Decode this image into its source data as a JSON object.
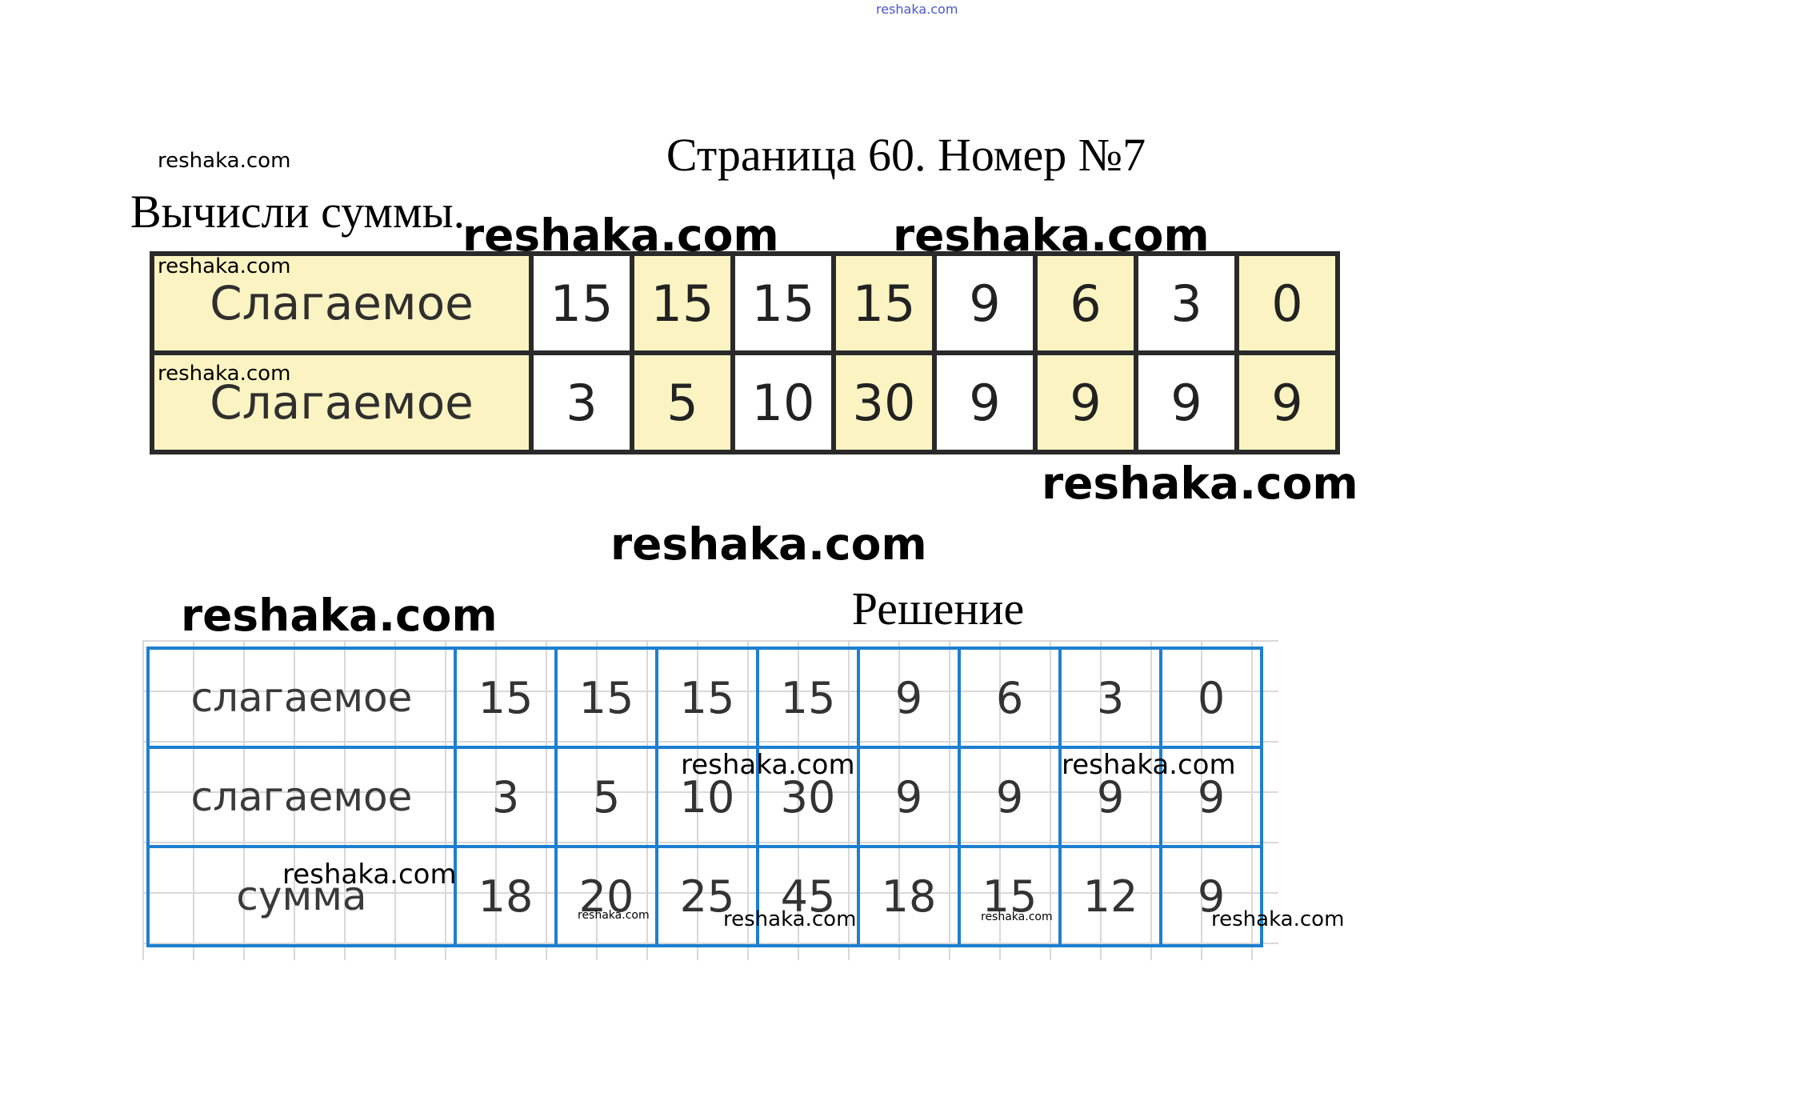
{
  "header": {
    "title": "Страница 60. Номер №7",
    "task": "Вычисли суммы.",
    "solution_title": "Решение"
  },
  "watermark": "reshaka.com",
  "task_table": {
    "rows": [
      {
        "label": "Слагаемое",
        "values": [
          "15",
          "15",
          "15",
          "15",
          "9",
          "6",
          "3",
          "0"
        ]
      },
      {
        "label": "Слагаемое",
        "values": [
          "3",
          "5",
          "10",
          "30",
          "9",
          "9",
          "9",
          "9"
        ]
      }
    ],
    "column_fill": [
      "white",
      "yellow",
      "white",
      "yellow",
      "white",
      "yellow",
      "white",
      "yellow"
    ]
  },
  "solution_table": {
    "rows": [
      {
        "label": "слагаемое",
        "values": [
          "15",
          "15",
          "15",
          "15",
          "9",
          "6",
          "3",
          "0"
        ]
      },
      {
        "label": "слагаемое",
        "values": [
          "3",
          "5",
          "10",
          "30",
          "9",
          "9",
          "9",
          "9"
        ]
      },
      {
        "label": "сумма",
        "values": [
          "18",
          "20",
          "25",
          "45",
          "18",
          "15",
          "12",
          "9"
        ]
      }
    ]
  },
  "colors": {
    "task_fill": "#fbf4c2",
    "solution_border": "#1d7fd0"
  }
}
